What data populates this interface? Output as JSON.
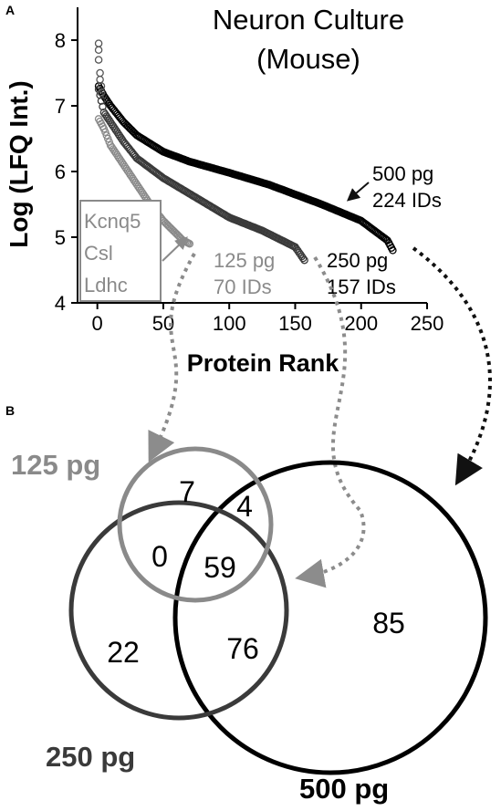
{
  "panel_a": {
    "letter": "A",
    "title_line1": "Neuron Culture",
    "title_line2": "(Mouse)",
    "ylabel": "Log (LFQ Int.)",
    "xlabel": "Protein Rank",
    "label_500": {
      "line1": "500 pg",
      "line2": "224 IDs"
    },
    "label_250": {
      "line1": "250 pg",
      "line2": "157 IDs"
    },
    "label_125": {
      "line1": "125 pg",
      "line2": "70 IDs"
    },
    "gene_box": [
      "Kcnq5",
      "Csl",
      "Ldhc"
    ]
  },
  "panel_b": {
    "letter": "B",
    "set_125": "125 pg",
    "set_250": "250 pg",
    "set_500": "500 pg",
    "only_125": "7",
    "only_250": "22",
    "only_500": "85",
    "inter_125_500": "4",
    "inter_125_250": "0",
    "inter_all": "59",
    "inter_250_500": "76"
  },
  "colors": {
    "s500": "#000000",
    "s250": "#3a3a3a",
    "s125": "#8a8a8a",
    "axis": "#000000",
    "arrow_grey": "#8c8c8c",
    "arrow_black": "#111111"
  },
  "chart_data": [
    {
      "type": "scatter",
      "title": "Neuron Culture (Mouse)",
      "xlabel": "Protein Rank",
      "ylabel": "Log (LFQ Int.)",
      "xlim": [
        -15,
        250
      ],
      "ylim": [
        4,
        8.5
      ],
      "xticks": [
        0,
        50,
        100,
        150,
        200,
        250
      ],
      "yticks": [
        4,
        5,
        6,
        7,
        8
      ],
      "grid": false,
      "series": [
        {
          "name": "500 pg",
          "n": 224,
          "x": [
            1,
            5,
            10,
            20,
            30,
            50,
            70,
            100,
            130,
            150,
            170,
            200,
            210,
            220,
            224
          ],
          "y": [
            7.3,
            7.15,
            7.0,
            6.75,
            6.55,
            6.3,
            6.15,
            5.98,
            5.8,
            5.65,
            5.5,
            5.25,
            5.1,
            4.95,
            4.8
          ]
        },
        {
          "name": "250 pg",
          "n": 157,
          "x": [
            1,
            5,
            10,
            20,
            30,
            50,
            75,
            100,
            125,
            140,
            150,
            157
          ],
          "y": [
            7.25,
            6.9,
            6.75,
            6.45,
            6.2,
            5.9,
            5.6,
            5.3,
            5.1,
            4.95,
            4.85,
            4.65
          ]
        },
        {
          "name": "125 pg",
          "n": 70,
          "x": [
            1,
            5,
            10,
            20,
            30,
            40,
            50,
            60,
            65,
            70
          ],
          "y": [
            6.8,
            6.65,
            6.4,
            6.1,
            5.8,
            5.5,
            5.25,
            5.05,
            4.95,
            4.9
          ]
        },
        {
          "name": "top-ranked points",
          "x": [
            1,
            1,
            1,
            2,
            2,
            3,
            3
          ],
          "y": [
            7.95,
            7.85,
            7.7,
            7.5,
            7.4,
            7.3,
            7.2
          ]
        }
      ],
      "annotations": [
        "500 pg 224 IDs",
        "250 pg 157 IDs",
        "125 pg 70 IDs",
        "Kcnq5",
        "Csl",
        "Ldhc"
      ]
    },
    {
      "type": "venn",
      "sets": [
        "125 pg",
        "250 pg",
        "500 pg"
      ],
      "regions": {
        "125 only": 7,
        "250 only": 22,
        "500 only": 85,
        "125 & 500 only": 4,
        "125 & 250 only": 0,
        "250 & 500 only": 76,
        "125 & 250 & 500": 59
      }
    }
  ]
}
